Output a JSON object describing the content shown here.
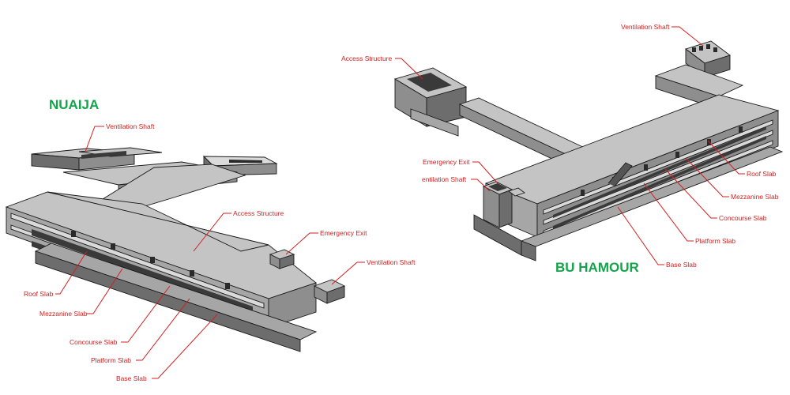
{
  "colors": {
    "title": "#12a64a",
    "label": "#d21f1f",
    "concrete_top": "#c4c4c4",
    "concrete_side": "#8e8e8e",
    "concrete_shadow": "#6d6d6d"
  },
  "stations": [
    {
      "title": "NUAIJA",
      "labels": {
        "ventilation_shaft_top": "Ventilation Shaft",
        "access_structure": "Access Structure",
        "emergency_exit": "Emergency Exit",
        "ventilation_shaft_right": "Ventilation Shaft",
        "roof_slab": "Roof Slab",
        "mezzanine_slab": "Mezzanine Slab",
        "concourse_slab": "Concourse Slab",
        "platform_slab": "Platform Slab",
        "base_slab": "Base Slab"
      }
    },
    {
      "title": "BU HAMOUR",
      "labels": {
        "ventilation_shaft_top": "Ventilation Shaft",
        "access_structure": "Access Structure",
        "emergency_exit": "Emergency Exit",
        "ventilation_shaft_left": "entilation Shaft",
        "roof_slab": "Roof Slab",
        "mezzanine_slab": "Mezzanine Slab",
        "concourse_slab": "Concourse Slab",
        "platform_slab": "Platform Slab",
        "base_slab": "Base Slab"
      }
    }
  ]
}
